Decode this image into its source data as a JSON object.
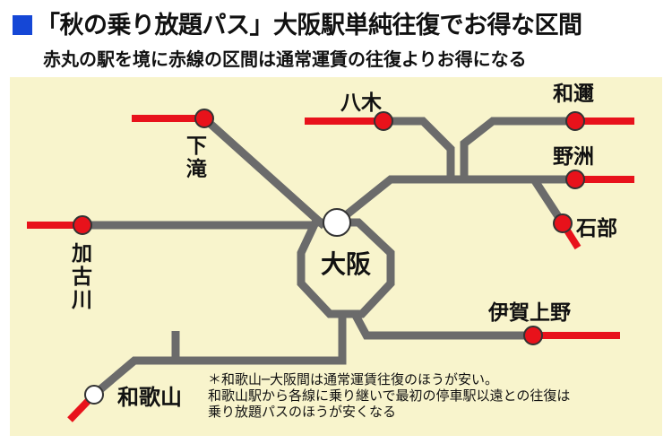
{
  "title": "「秋の乗り放題パス」大阪駅単純往復でお得な区間",
  "subtitle": "赤丸の駅を境に赤線の区間は通常運賃の往復よりお得になる",
  "colors": {
    "accent_square": "#1547d6",
    "background": "#f8f4cc",
    "track": "#6b6b6b",
    "red_section": "#e8121b",
    "red_station": "#e8121b"
  },
  "stations": {
    "osaka": "大阪",
    "shimotaki": "下滝",
    "kakogawa": "加古川",
    "yagi": "八木",
    "wani": "和邇",
    "yasu": "野洲",
    "ishibe": "石部",
    "iga_ueno": "伊賀上野",
    "wakayama": "和歌山"
  },
  "note": {
    "line1": "＊和歌山─大阪間は通常運賃往復のほうが安い。",
    "line2": "和歌山駅から各線に乗り継いで最初の停車駅以遠との往復は",
    "line3": "乗り放題パスのほうが安くなる"
  }
}
